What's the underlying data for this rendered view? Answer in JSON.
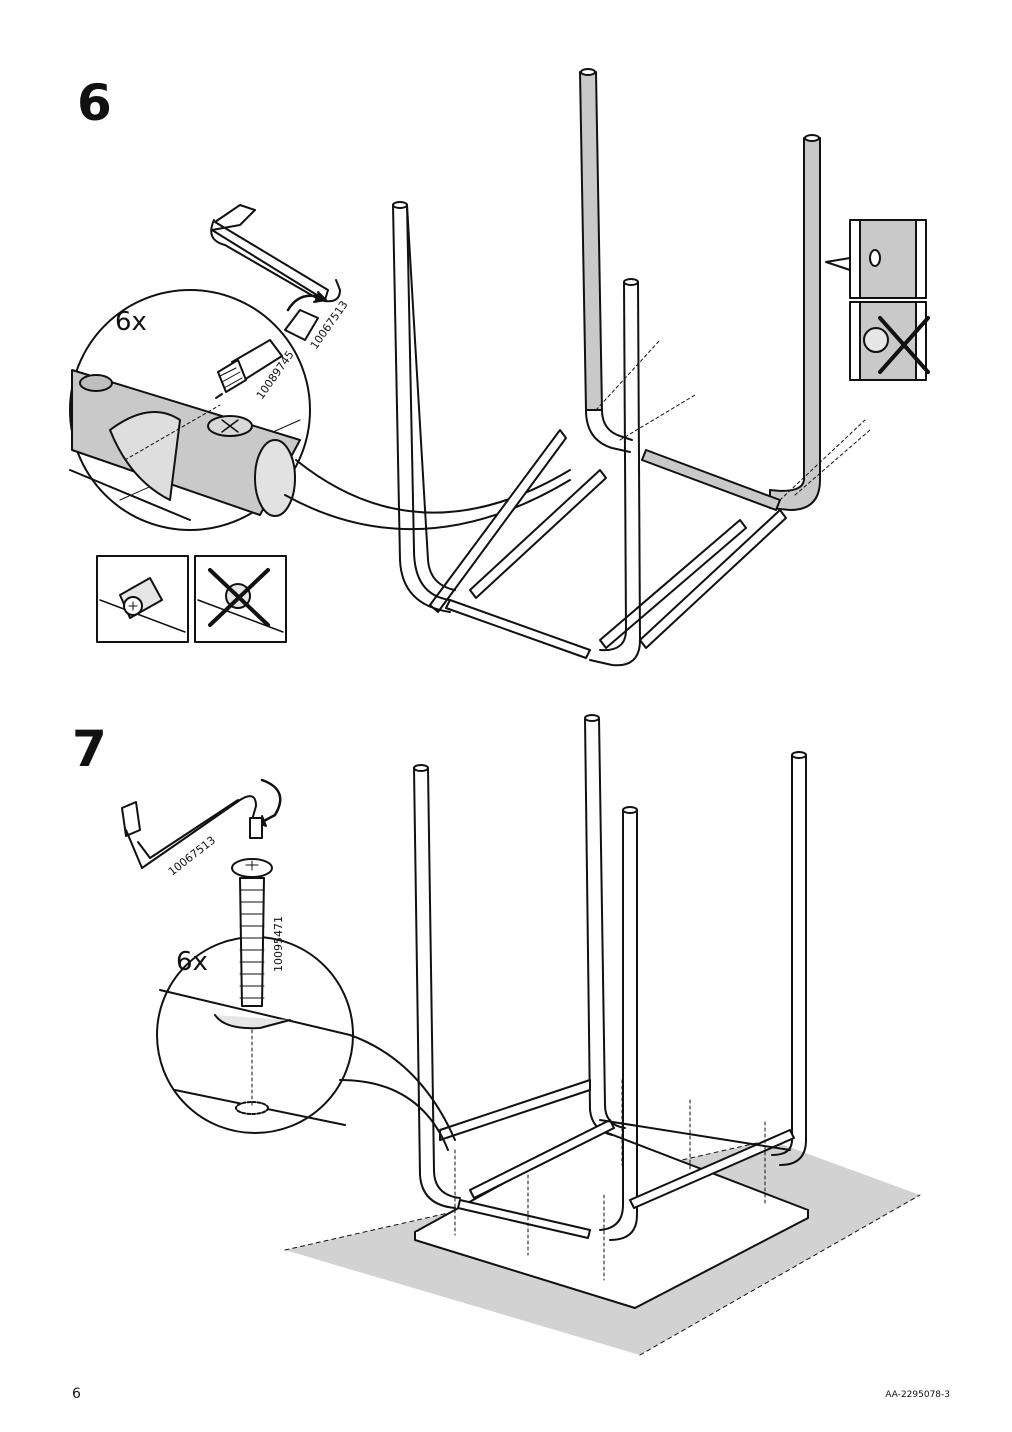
{
  "steps": [
    {
      "number": "6",
      "quantity": "6x",
      "parts": {
        "wrench": "10067513",
        "bolt": "10089745"
      }
    },
    {
      "number": "7",
      "quantity": "6x",
      "parts": {
        "wrench": "10067513",
        "bolt": "10095471"
      }
    }
  ],
  "footer": {
    "page_number": "6",
    "doc_code": "AA-2295078-3"
  },
  "colors": {
    "line": "#111111",
    "grey": "#c9c9c9",
    "carpet": "#d2d2d2"
  }
}
